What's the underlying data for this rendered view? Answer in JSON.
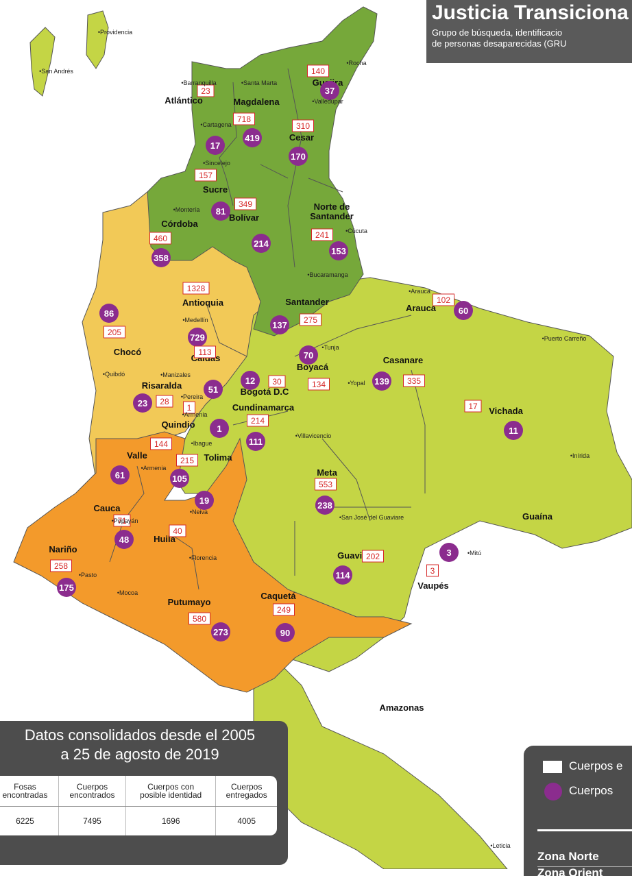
{
  "header": {
    "title": "Justicia Transiciona",
    "subtitle_line1": "Grupo de búsqueda, identificacio",
    "subtitle_line2": "de personas desaparecidas (GRU"
  },
  "colors": {
    "north": "#76a83a",
    "northwest": "#f2c957",
    "southwest": "#f39a2b",
    "east": "#c4d545",
    "badge": "#8b2c8e",
    "boxes": "#4d4d4d"
  },
  "departments": [
    {
      "name": "Guajira",
      "box": "140",
      "circle": "37"
    },
    {
      "name": "Atlántico",
      "box": "23",
      "circle": "17"
    },
    {
      "name": "Magdalena",
      "box": "718",
      "circle": "419"
    },
    {
      "name": "Cesar",
      "box": "310",
      "circle": "170"
    },
    {
      "name": "Sucre",
      "box": "157",
      "circle": "81"
    },
    {
      "name": "Bolívar",
      "box": "349",
      "circle": "214"
    },
    {
      "name": "Norte de",
      "name2": "Santander",
      "box": "241",
      "circle": "153"
    },
    {
      "name": "Córdoba",
      "box": "460",
      "circle": "358"
    },
    {
      "name": "Antioquia",
      "box": "1328",
      "circle": "729"
    },
    {
      "name": "Santander",
      "box": "275",
      "circle": "137"
    },
    {
      "name": "Arauca",
      "box": "102",
      "circle": "60"
    },
    {
      "name": "Chocó",
      "box": "205",
      "circle": "86"
    },
    {
      "name": "Boyacá",
      "box": "134",
      "circle": "70"
    },
    {
      "name": "Casanare",
      "box": "335",
      "circle": "139"
    },
    {
      "name": "Caldas",
      "box": "113",
      "circle": "51"
    },
    {
      "name": "Risaralda",
      "box": "28",
      "circle": "23"
    },
    {
      "name": "Quindio",
      "box": "1",
      "circle": "1"
    },
    {
      "name": "Cundinamarca",
      "box": "214",
      "circle": "111"
    },
    {
      "name": "Bogotá D.C",
      "box": "30",
      "circle": "12"
    },
    {
      "name": "Vichada",
      "box": "17",
      "circle": "11"
    },
    {
      "name": "Valle",
      "box": "144",
      "circle": "61"
    },
    {
      "name": "Tolima",
      "box": "215",
      "circle": "105"
    },
    {
      "name": "Meta",
      "box": "553",
      "circle": "238"
    },
    {
      "name": "Guaína",
      "box": "",
      "circle": ""
    },
    {
      "name": "Cauca",
      "box": "71",
      "circle": "48"
    },
    {
      "name": "Huila",
      "box": "40",
      "circle": "19"
    },
    {
      "name": "Nariño",
      "box": "258",
      "circle": "175"
    },
    {
      "name": "Guaviare",
      "box": "202",
      "circle": "114"
    },
    {
      "name": "Vaupés",
      "box": "3",
      "circle": "3"
    },
    {
      "name": "Caquetá",
      "box": "249",
      "circle": "90"
    },
    {
      "name": "Putumayo",
      "box": "580",
      "circle": "273"
    },
    {
      "name": "Amazonas",
      "box": "",
      "circle": ""
    }
  ],
  "cities": [
    "Providencia",
    "San Andrés",
    "Rocha",
    "Barranquilla",
    "Santa Marta",
    "Valledupar",
    "Cartagena",
    "Sincelejo",
    "Montería",
    "Cúcuta",
    "Bucaramanga",
    "Arauca",
    "Medellín",
    "Tunja",
    "Puerto Carreño",
    "Quibdó",
    "Manizales",
    "Yopal",
    "Pereira",
    "Armenia",
    "Villavicencio",
    "Ibague",
    "Inírida",
    "Armenia",
    "Popayán",
    "Neiva",
    "San José del Guaviare",
    "Florencia",
    "Pasto",
    "Mitú",
    "Mocoa",
    "Leticia"
  ],
  "stats": {
    "title_line1": "Datos consolidados desde el 2005",
    "title_line2": "a 25 de agosto de 2019",
    "columns": [
      {
        "h1": "Fosas",
        "h2": "encontradas",
        "value": "6225"
      },
      {
        "h1": "Cuerpos",
        "h2": "encontrados",
        "value": "7495"
      },
      {
        "h1": "Cuerpos con",
        "h2": "posible identidad",
        "value": "1696"
      },
      {
        "h1": "Cuerpos",
        "h2": "entregados",
        "value": "4005"
      }
    ]
  },
  "legend": {
    "item1": "Cuerpos e",
    "item2": "Cuerpos",
    "zone1": "Zona Norte",
    "zone2": "Zona Orient"
  }
}
